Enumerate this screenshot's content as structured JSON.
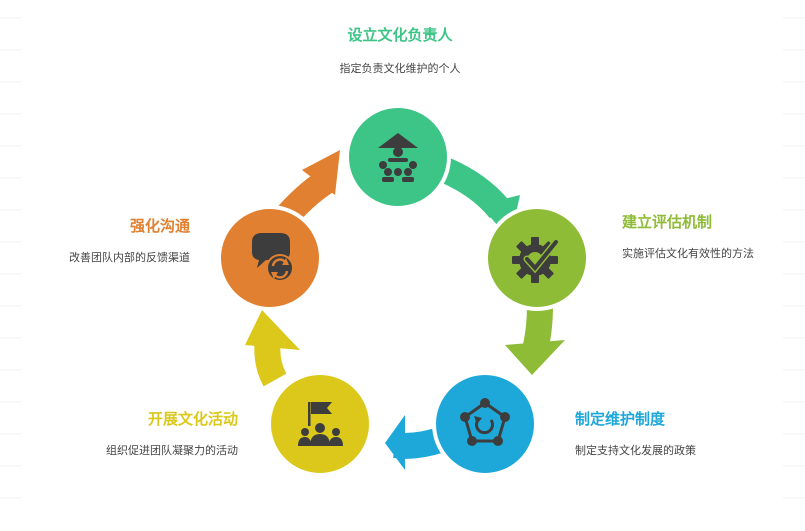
{
  "colors": {
    "green": "#3cc586",
    "lime": "#8fbc37",
    "blue": "#1ea8d9",
    "yellow": "#dbc81a",
    "orange": "#e08030",
    "icon": "#3d3d3d",
    "desc": "#444444"
  },
  "steps": [
    {
      "title": "设立文化负责人",
      "desc": "指定负责文化维护的个人",
      "color": "#3cc586",
      "icon": "people-pyramid-icon"
    },
    {
      "title": "建立评估机制",
      "desc": "实施评估文化有效性的方法",
      "color": "#8fbc37",
      "icon": "gear-check-icon"
    },
    {
      "title": "制定维护制度",
      "desc": "制定支持文化发展的政策",
      "color": "#1ea8d9",
      "icon": "network-cycle-icon"
    },
    {
      "title": "开展文化活动",
      "desc": "组织促进团队凝聚力的活动",
      "color": "#dbc81a",
      "icon": "team-flag-icon"
    },
    {
      "title": "强化沟通",
      "desc": "改善团队内部的反馈渠道",
      "color": "#e08030",
      "icon": "chat-refresh-icon"
    }
  ]
}
